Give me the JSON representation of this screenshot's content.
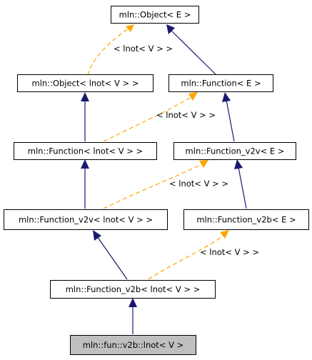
{
  "diagram": {
    "nodes": {
      "object_e": "mln::Object< E >",
      "object_lnot": "mln::Object< lnot< V > >",
      "function_e": "mln::Function< E >",
      "function_lnot": "mln::Function< lnot< V > >",
      "function_v2v_e": "mln::Function_v2v< E >",
      "function_v2v_lnot": "mln::Function_v2v< lnot< V > >",
      "function_v2b_e": "mln::Function_v2b< E >",
      "function_v2b_lnot": "mln::Function_v2b< lnot< V > >",
      "fun_v2b_lnot": "mln::fun::v2b::lnot< V >"
    },
    "template_labels": {
      "object": "< lnot< V > >",
      "function": "< lnot< V > >",
      "function_v2v": "< lnot< V > >",
      "function_v2b": "< lnot< V > >"
    },
    "colors": {
      "inheritance": "#191970",
      "template_instantiation": "#ffa500",
      "current_class_fill": "#bfbfbf"
    }
  }
}
